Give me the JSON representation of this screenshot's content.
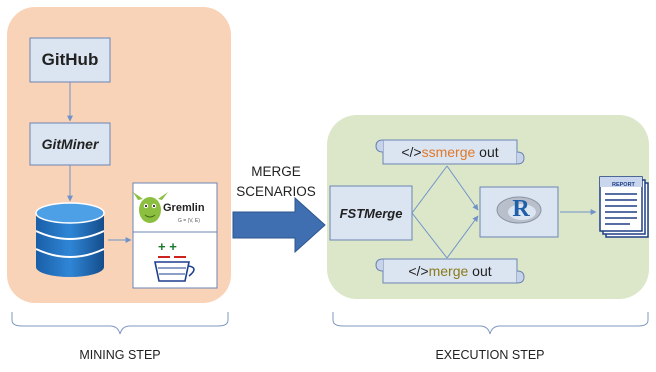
{
  "mining": {
    "github": "GitHub",
    "gitminer": "GitMiner",
    "gremlin": "Gremlin",
    "gremlin_sub": "G = (V, E)",
    "step_label": "MINING STEP"
  },
  "transition": {
    "label_line1": "MERGE",
    "label_line2": "SCENARIOS"
  },
  "execution": {
    "fstmerge": "FSTMerge",
    "ssmerge": {
      "prefix": "</>",
      "name": "ssmerge",
      "suffix": " out"
    },
    "merge": {
      "prefix": "</>",
      "name": "merge",
      "suffix": " out"
    },
    "r_logo": "R",
    "report": "REPORT",
    "step_label": "EXECUTION STEP"
  },
  "colors": {
    "mining_panel": "#f9d3b8",
    "execution_panel": "#dce7c9",
    "box_fill": "#dbe4f1",
    "box_border": "#6b84b3",
    "connector": "#6f93c8",
    "big_arrow": "#3f6fb0",
    "ssmerge_accent": "#e0792b",
    "merge_accent": "#8a7a1a"
  },
  "icons": [
    "database-icon",
    "gremlin-icon",
    "coffee-cup-icon",
    "r-logo-icon",
    "report-document-icon"
  ]
}
